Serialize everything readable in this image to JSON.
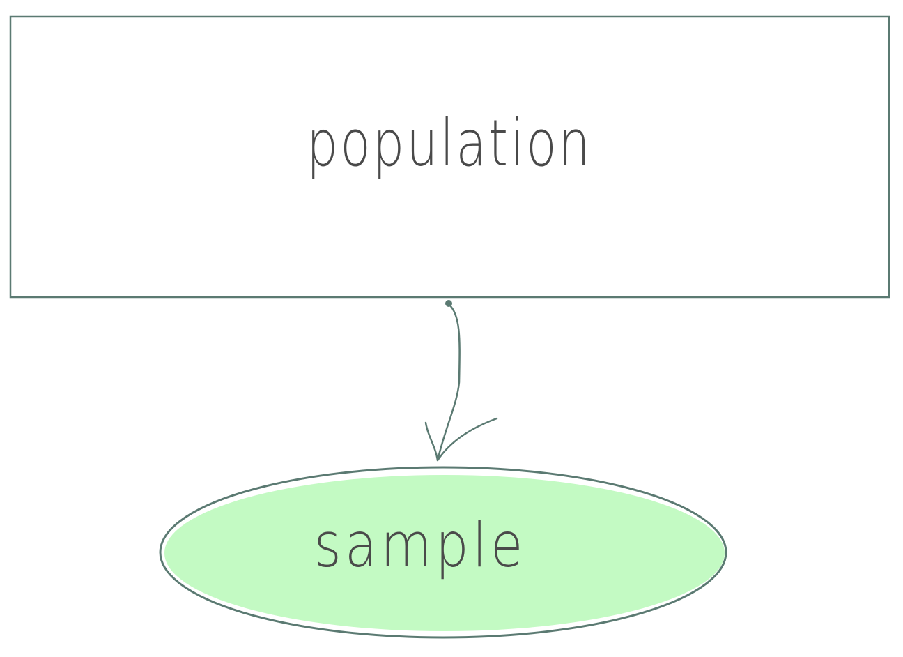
{
  "diagram": {
    "nodes": {
      "population": {
        "label": "population",
        "shape": "rectangle"
      },
      "sample": {
        "label": "sample",
        "shape": "ellipse"
      }
    },
    "edge": {
      "from": "population",
      "to": "sample"
    },
    "colors": {
      "stroke": "#5b7a72",
      "text": "#4a4a4a",
      "sample_fill": "#c3fac3",
      "background": "#ffffff"
    }
  }
}
